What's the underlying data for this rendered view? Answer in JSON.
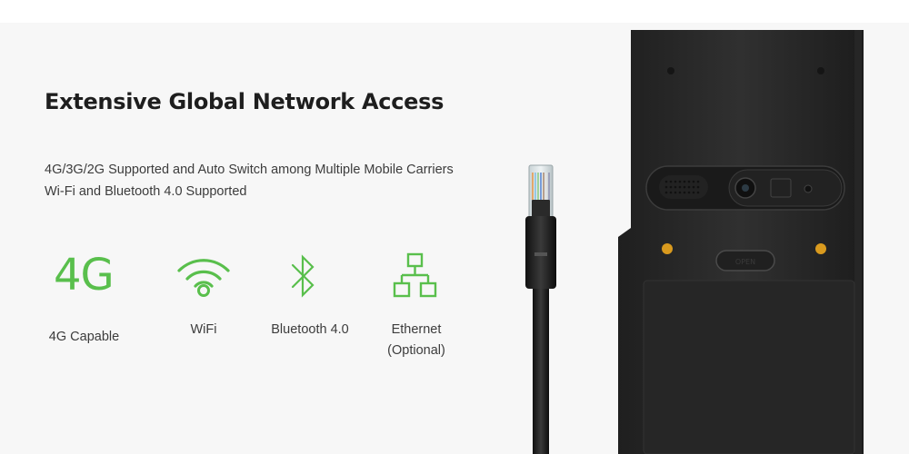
{
  "section": {
    "title": "Extensive Global Network Access",
    "lines": [
      "4G/3G/2G Supported and Auto Switch among Multiple Mobile Carriers",
      "Wi-Fi and Bluetooth 4.0 Supported"
    ]
  },
  "features": [
    {
      "icon": "4g-icon",
      "glyph": "4G",
      "label": "4G Capable"
    },
    {
      "icon": "wifi-icon",
      "label": "WiFi"
    },
    {
      "icon": "bluetooth-icon",
      "label": "Bluetooth 4.0"
    },
    {
      "icon": "ethernet-icon",
      "label_line1": "Ethernet",
      "label_line2": "(Optional)"
    }
  ],
  "device": {
    "button_label": "OPEN"
  },
  "colors": {
    "accent_green": "#59bf4c",
    "background": "#f7f7f7",
    "title_text": "#1e1e1e",
    "body_text": "#3c3c3c",
    "device_body": "#2b2b2b"
  }
}
